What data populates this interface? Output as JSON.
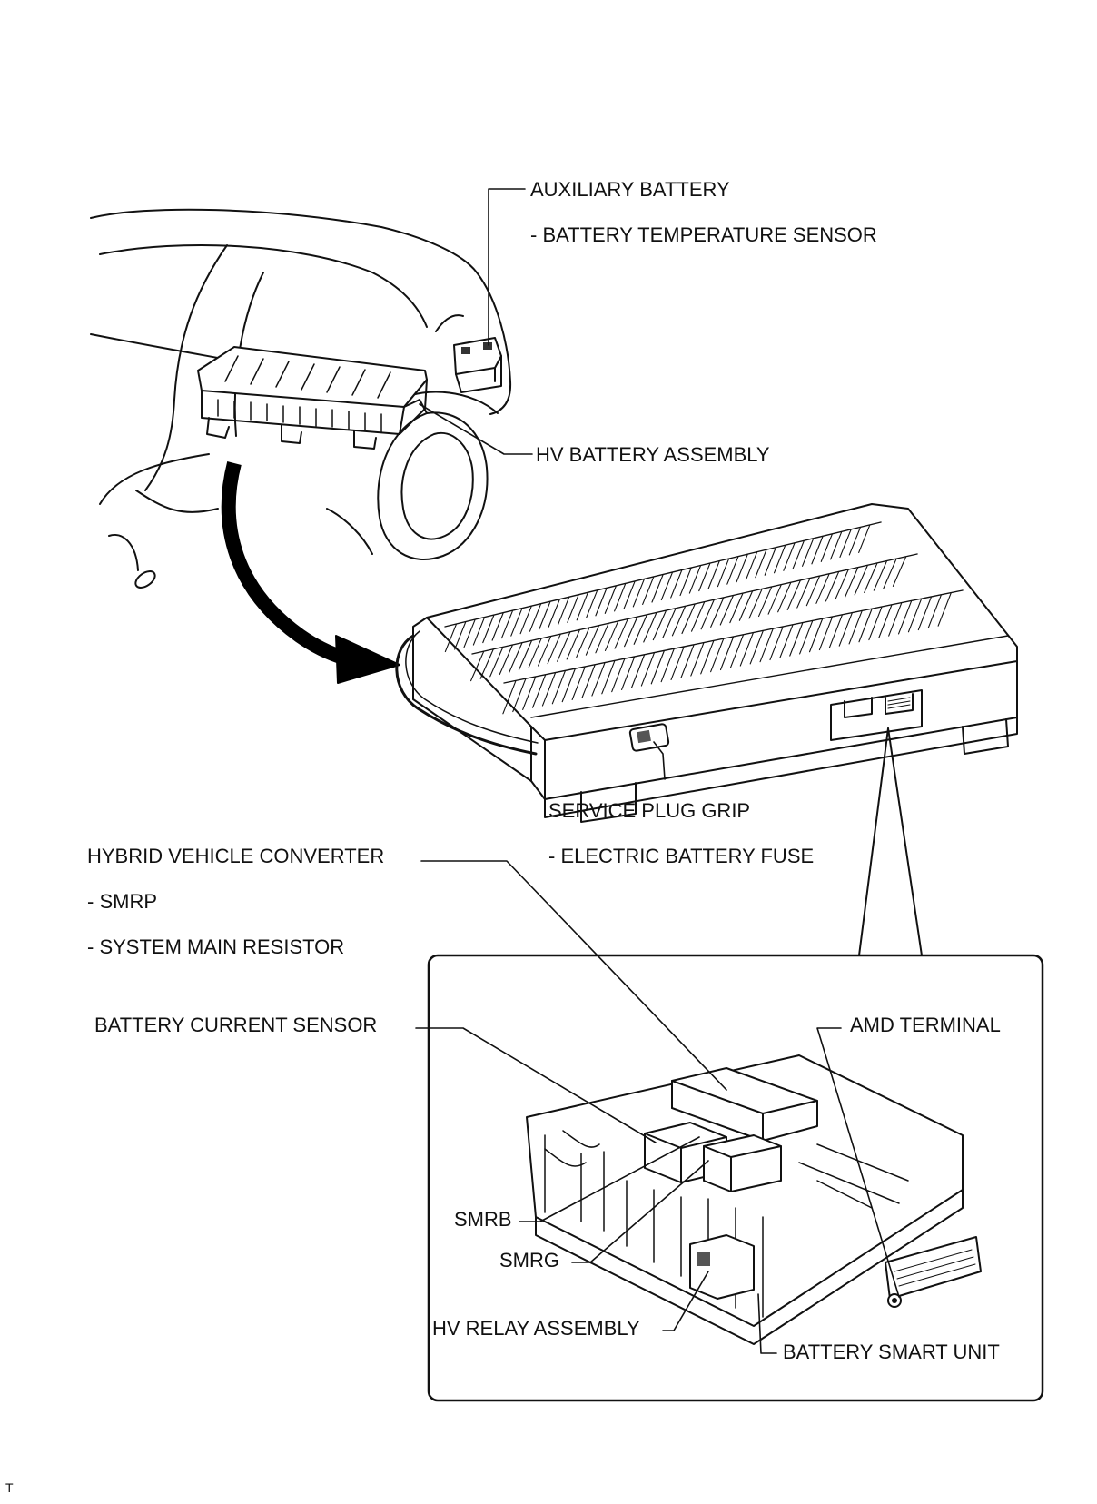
{
  "labels": {
    "auxiliary_battery": "AUXILIARY BATTERY",
    "battery_temperature_sensor": "- BATTERY TEMPERATURE SENSOR",
    "hv_battery_assembly": "HV BATTERY ASSEMBLY",
    "service_plug_grip": "SERVICE PLUG GRIP",
    "electric_battery_fuse": "- ELECTRIC BATTERY FUSE",
    "hybrid_vehicle_converter": "HYBRID VEHICLE CONVERTER",
    "smrp": "- SMRP",
    "system_main_resistor": "- SYSTEM MAIN RESISTOR",
    "battery_current_sensor": "BATTERY CURRENT SENSOR",
    "amd_terminal": "AMD TERMINAL",
    "smrb": "SMRB",
    "smrg": "SMRG",
    "hv_relay_assembly": "HV RELAY ASSEMBLY",
    "battery_smart_unit": "BATTERY SMART UNIT"
  },
  "footer_mark": "T"
}
